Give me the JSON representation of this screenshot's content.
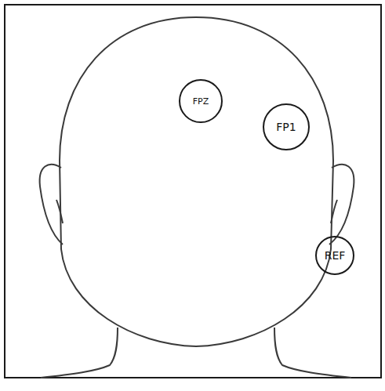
{
  "diagram": {
    "nodes": [
      {
        "text": [
          "FPZ"
        ]
      },
      {
        "text": [
          "FP1"
        ]
      },
      {
        "text": [
          "REF"
        ]
      }
    ]
  }
}
